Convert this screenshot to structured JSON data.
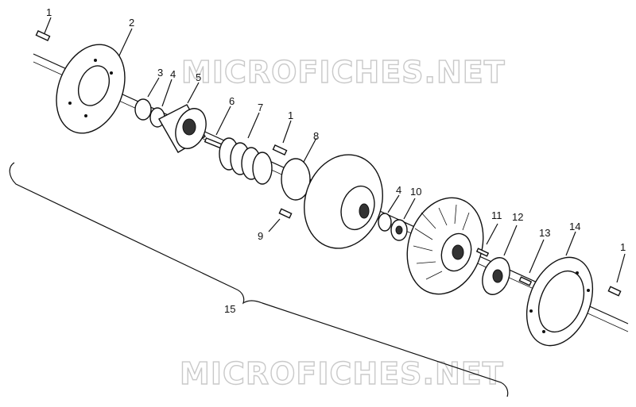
{
  "watermark": "MICROFICHES.NET",
  "part_numbers": [
    {
      "id": "p1a",
      "text": "1"
    },
    {
      "id": "p2",
      "text": "2"
    },
    {
      "id": "p3",
      "text": "3"
    },
    {
      "id": "p4a",
      "text": "4"
    },
    {
      "id": "p5",
      "text": "5"
    },
    {
      "id": "p6",
      "text": "6"
    },
    {
      "id": "p7",
      "text": "7"
    },
    {
      "id": "p1b",
      "text": "1"
    },
    {
      "id": "p8",
      "text": "8"
    },
    {
      "id": "p4b",
      "text": "4"
    },
    {
      "id": "p10",
      "text": "10"
    },
    {
      "id": "p9",
      "text": "9"
    },
    {
      "id": "p11",
      "text": "11"
    },
    {
      "id": "p12",
      "text": "12"
    },
    {
      "id": "p13",
      "text": "13"
    },
    {
      "id": "p14",
      "text": "14"
    },
    {
      "id": "p1c",
      "text": "1"
    },
    {
      "id": "p15",
      "text": "15"
    }
  ]
}
